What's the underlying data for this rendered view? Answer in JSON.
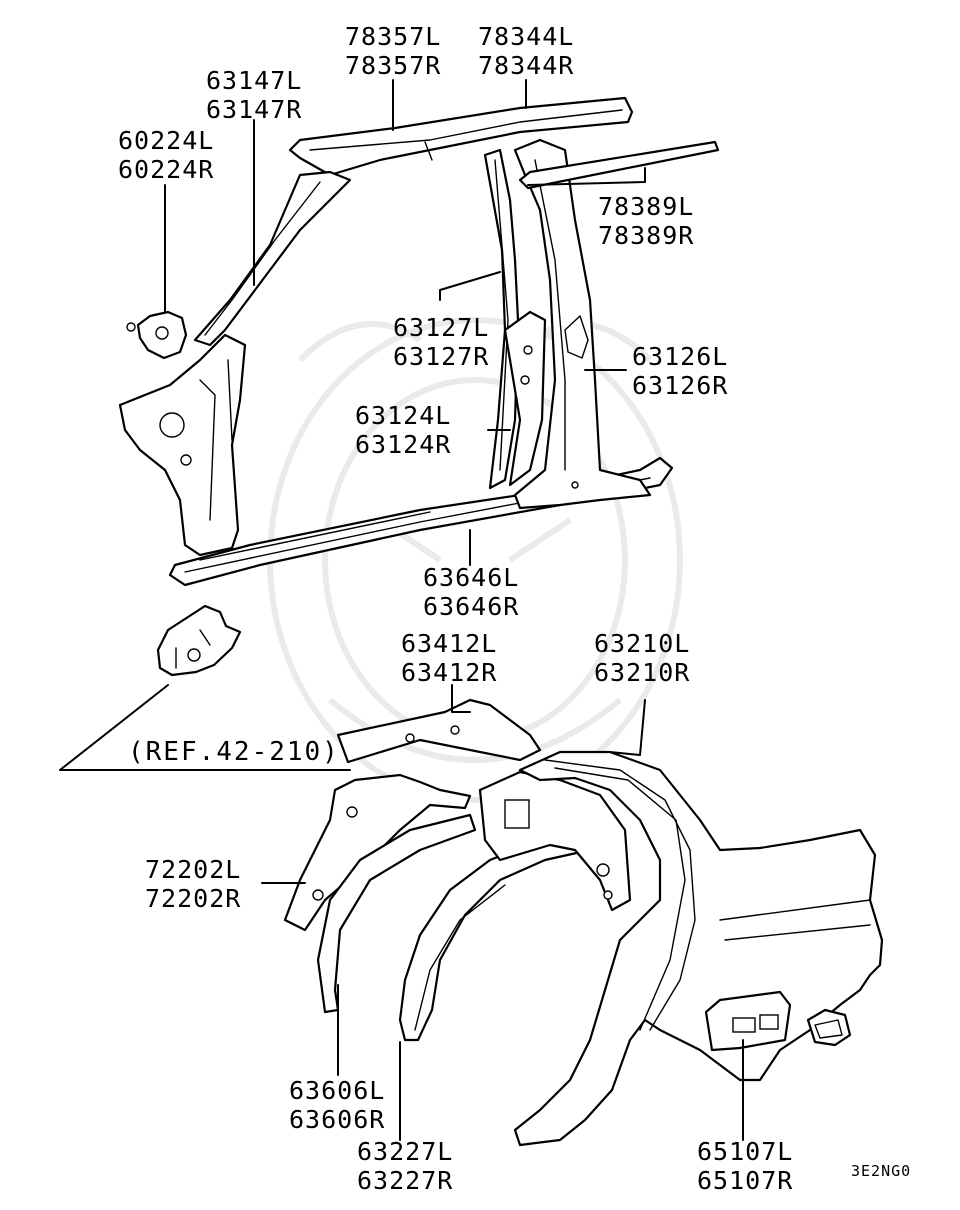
{
  "diagram": {
    "labels": [
      {
        "id": "78357",
        "lines": [
          "78357L",
          "78357R"
        ]
      },
      {
        "id": "78344",
        "lines": [
          "78344L",
          "78344R"
        ]
      },
      {
        "id": "63147",
        "lines": [
          "63147L",
          "63147R"
        ]
      },
      {
        "id": "60224",
        "lines": [
          "60224L",
          "60224R"
        ]
      },
      {
        "id": "78389",
        "lines": [
          "78389L",
          "78389R"
        ]
      },
      {
        "id": "63127",
        "lines": [
          "63127L",
          "63127R"
        ]
      },
      {
        "id": "63126",
        "lines": [
          "63126L",
          "63126R"
        ]
      },
      {
        "id": "63124",
        "lines": [
          "63124L",
          "63124R"
        ]
      },
      {
        "id": "63646",
        "lines": [
          "63646L",
          "63646R"
        ]
      },
      {
        "id": "63412",
        "lines": [
          "63412L",
          "63412R"
        ]
      },
      {
        "id": "63210",
        "lines": [
          "63210L",
          "63210R"
        ]
      },
      {
        "id": "72202",
        "lines": [
          "72202L",
          "72202R"
        ]
      },
      {
        "id": "63606",
        "lines": [
          "63606L",
          "63606R"
        ]
      },
      {
        "id": "63227",
        "lines": [
          "63227L",
          "63227R"
        ]
      },
      {
        "id": "65107",
        "lines": [
          "65107L",
          "65107R"
        ]
      }
    ],
    "reference": "(REF.42-210)",
    "diagram_code": "3E2NG0"
  }
}
